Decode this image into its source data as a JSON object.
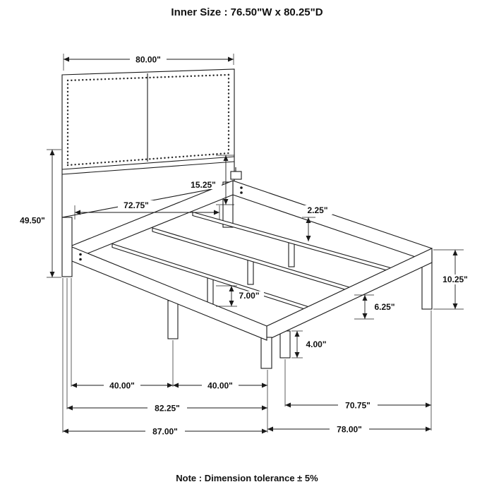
{
  "title": "Inner Size : 76.50\"W x 80.25\"D",
  "note": "Note : Dimension tolerance ± 5%",
  "dims": {
    "headboard_width": "80.00\"",
    "headboard_height": "49.50\"",
    "inner_width": "72.75\"",
    "panel_height": "15.25\"",
    "rail_thickness": "2.25\"",
    "center_leg_height": "7.00\"",
    "footboard_height": "6.25\"",
    "siderail_height": "10.25\"",
    "foot_leg_height": "4.00\"",
    "leg_span_a": "40.00\"",
    "leg_span_b": "40.00\"",
    "rail_span": "82.25\"",
    "foot_span": "70.75\"",
    "overall_depth": "87.00\"",
    "overall_width": "78.00\""
  }
}
